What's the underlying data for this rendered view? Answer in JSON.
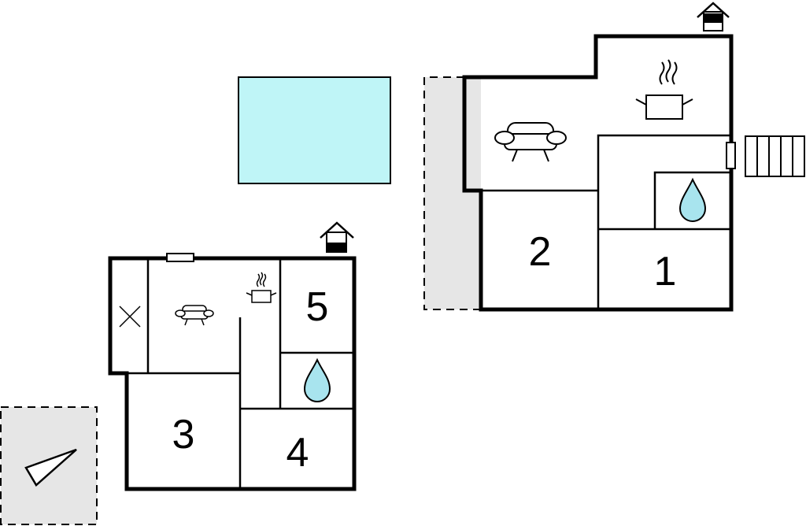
{
  "colors": {
    "pool": "#bff5f7",
    "terrace": "#e6e6e6",
    "water_drop": "#a8e4ee",
    "wall": "#000000"
  },
  "left_house": {
    "rooms": [
      {
        "number": "5",
        "kind": "bedroom"
      },
      {
        "number": "3",
        "kind": "bedroom"
      },
      {
        "number": "4",
        "kind": "bedroom"
      }
    ],
    "icons": [
      "entrance-icon",
      "sofa-icon",
      "kitchen-icon",
      "bathroom-drop-icon",
      "storage-cross-icon",
      "window-icon"
    ]
  },
  "right_house": {
    "rooms": [
      {
        "number": "2",
        "kind": "bedroom"
      },
      {
        "number": "1",
        "kind": "bedroom"
      }
    ],
    "icons": [
      "entrance-icon",
      "sofa-icon",
      "kitchen-icon",
      "bathroom-drop-icon",
      "door-icon",
      "stairs-icon"
    ]
  },
  "features": [
    "pool",
    "terrace-right",
    "terrace-left",
    "compass-icon"
  ]
}
